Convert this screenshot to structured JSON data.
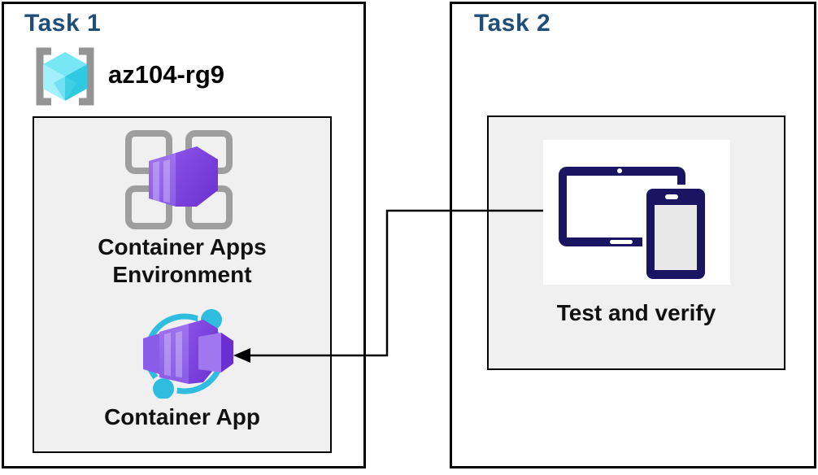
{
  "colors": {
    "title-navy": "#1F4E79",
    "box-border": "#000000",
    "inner-bg": "#F0F0F0",
    "bracket-gray": "#949494",
    "frame-gray": "#9E9E9E",
    "cyan": "#2FBCDE",
    "cube-top": "#77E7F5",
    "cube-left": "#A2F0FA",
    "cube-right": "#2FC9E2",
    "purple-light": "#9F72EE",
    "purple": "#8A5CE8",
    "purple-dark": "#6B2FD1",
    "device-navy": "#191563",
    "device-screen-gray": "#E8E8E8",
    "arrow-black": "#000000"
  },
  "task1": {
    "title": "Task 1",
    "resource_group_name": "az104-rg9",
    "environment_label_line1": "Container Apps",
    "environment_label_line2": "Environment",
    "app_label": "Container App"
  },
  "task2": {
    "title": "Task 2",
    "test_label": "Test and verify"
  },
  "icons": {
    "resource_group": "resource-group-icon",
    "environment": "container-apps-environment-icon",
    "container_app": "container-app-icon",
    "devices": "devices-icon",
    "connector": "left-arrow-connector"
  }
}
